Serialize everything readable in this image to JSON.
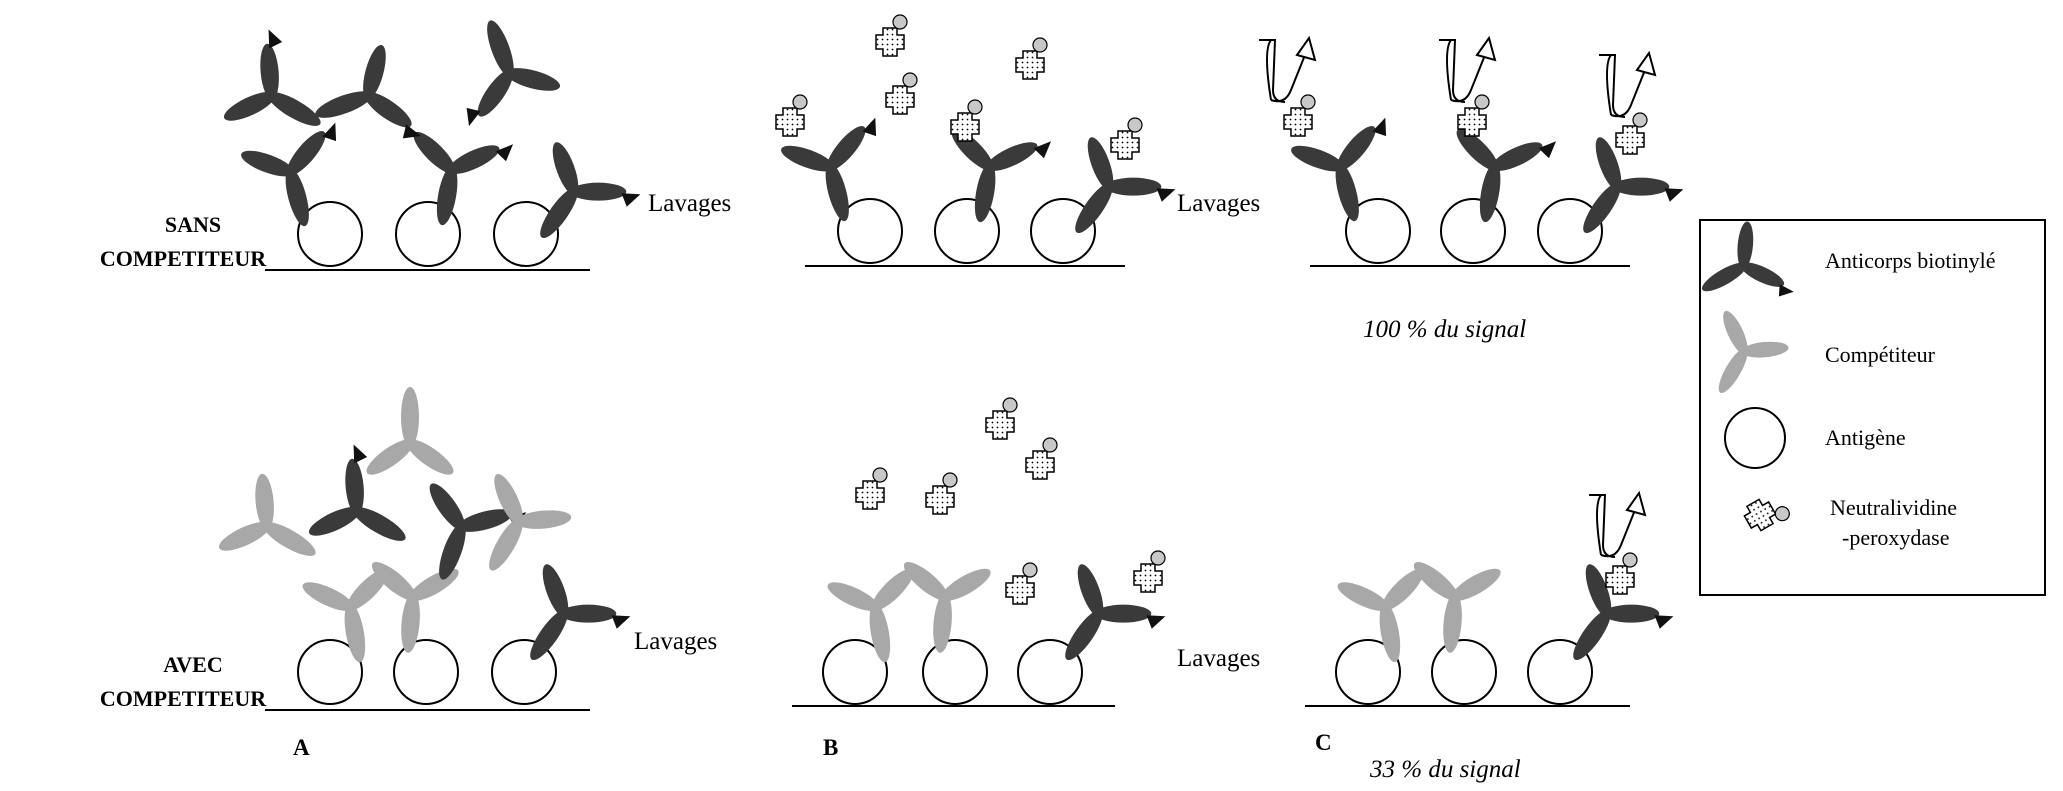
{
  "rows": [
    {
      "label_line1": "SANS",
      "label_line2": "COMPETITEUR"
    },
    {
      "label_line1": "AVEC",
      "label_line2": "COMPETITEUR"
    }
  ],
  "wash_label": "Lavages",
  "steps": [
    "A",
    "B",
    "C"
  ],
  "signals": [
    "100 % du signal",
    "33 % du signal"
  ],
  "legend": [
    {
      "label": "Anticorps biotinylé",
      "icon": "biotinylated-antibody-icon"
    },
    {
      "label": "Compétiteur",
      "icon": "competitor-antibody-icon"
    },
    {
      "label": "Antigène",
      "icon": "antigen-circle-icon"
    },
    {
      "label": "Neutralividine",
      "label2": "-peroxydase",
      "icon": "neutravidin-peroxidase-icon"
    }
  ],
  "colors": {
    "antibody": "#3a3a3a",
    "competitor": "#a8a8a8",
    "biotin": "#c8c8c8",
    "line": "#000000"
  }
}
